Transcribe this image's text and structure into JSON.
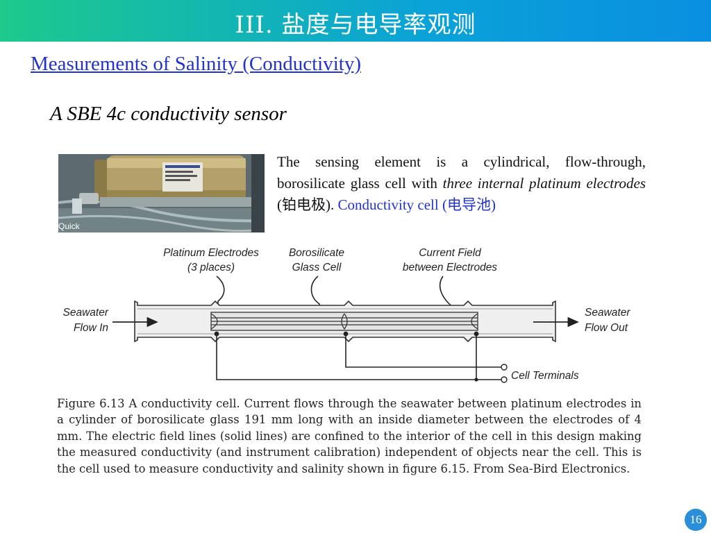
{
  "header": {
    "title": "III. 盐度与电导率观测",
    "background_color": "#14b7b0"
  },
  "section_title": "Measurements of  Salinity (Conductivity)",
  "subtitle": "A SBE 4c conductivity sensor",
  "photo": {
    "overlay_text": "Quick"
  },
  "description": {
    "part1": "The sensing element is a cylindrical, flow-through, borosilicate glass cell with ",
    "part2_italic": "three internal platinum electrodes",
    "part3": " (",
    "part4_cn": "铂电极",
    "part5": ").  ",
    "part6_blue": "Conductivity cell (",
    "part7_blue_cn": "电导池",
    "part8_blue": ")"
  },
  "diagram": {
    "label_platinum_1": "Platinum Electrodes",
    "label_platinum_2": "(3 places)",
    "label_glass_1": "Borosilicate",
    "label_glass_2": "Glass Cell",
    "label_field_1": "Current Field",
    "label_field_2": "between Electrodes",
    "label_in_1": "Seawater",
    "label_in_2": "Flow In",
    "label_out_1": "Seawater",
    "label_out_2": "Flow Out",
    "label_terminals": "Cell Terminals"
  },
  "caption": "Figure 6.13 A conductivity cell.  Current flows through the seawater between platinum electrodes in a cylinder of borosilicate glass 191 mm long with an inside diameter between the electrodes of 4 mm. The electric field lines (solid lines) are confined to the interior of the cell in this design making the measured conductivity (and instrument calibration) independent of objects near the cell.  This is the cell used to measure conductivity and salinity shown in figure 6.15. From Sea-Bird Electronics.",
  "page_number": "16"
}
